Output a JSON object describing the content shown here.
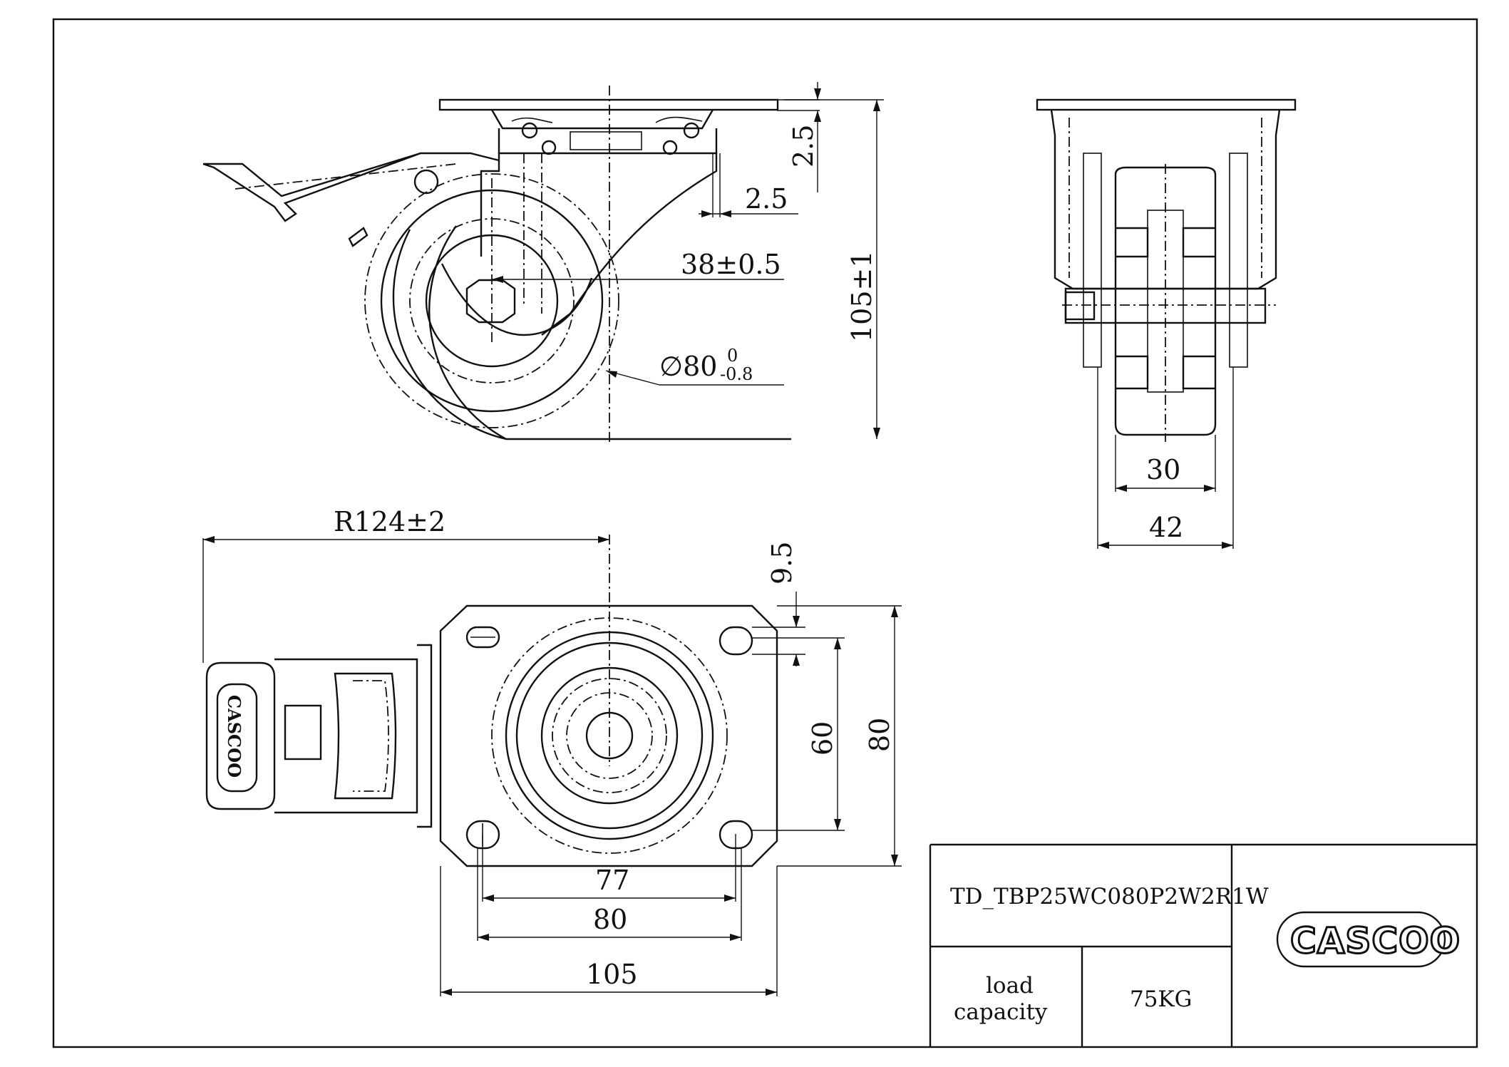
{
  "dimensions": {
    "flange_thickness": "2.5",
    "flange_offset": "2.5",
    "axle_offset": "38±0.5",
    "total_height": "105±1",
    "wheel_diameter": "∅80",
    "wheel_tol_upper": "0",
    "wheel_tol_lower": "-0.8",
    "wheel_width": "30",
    "fork_width": "42",
    "swivel_radius": "R124±2",
    "hole_slot": "9.5",
    "hole_spacing_y": "60",
    "plate_y": "80",
    "hole_spacing_x": "77",
    "plate_x": "80",
    "overall_x": "105"
  },
  "title_block": {
    "part_number": "TD_TBP25WC080P2W2R1W",
    "load_label_line1": "load",
    "load_label_line2": "capacity",
    "load_value": "75KG",
    "brand_logo": "CASCOO"
  },
  "brake_pedal_text": "CASCOO",
  "colors": {
    "line": "#111111",
    "background": "#ffffff"
  }
}
